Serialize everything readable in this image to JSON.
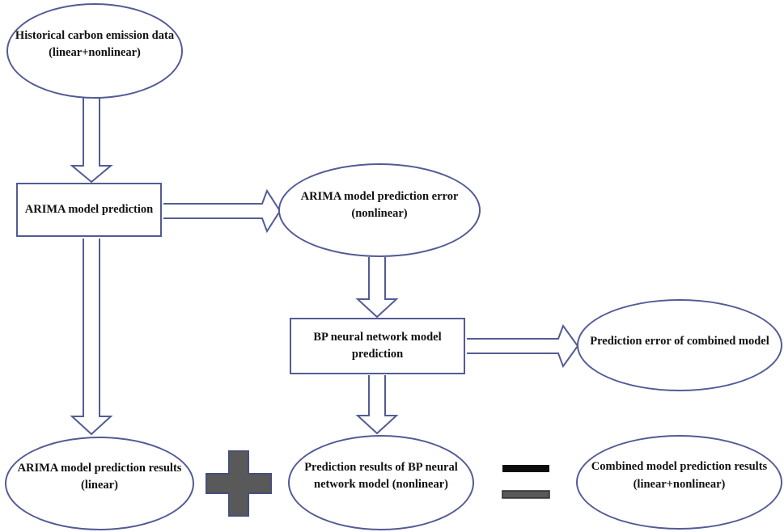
{
  "figure": {
    "type": "flowchart",
    "background_color": "#ffffff",
    "line_color": "#535b96",
    "text_color": "#111111",
    "operator_gray": "#595959",
    "operator_black": "#0d0d0d"
  },
  "nodes": {
    "historical": {
      "shape": "ellipse",
      "line1": "Historical carbon emission data",
      "line2": "(linear+nonlinear)"
    },
    "arima_model": {
      "shape": "rect",
      "line1": "ARIMA model prediction"
    },
    "arima_error": {
      "shape": "ellipse",
      "line1": "ARIMA model prediction error",
      "line2": "(nonlinear)"
    },
    "bp_model": {
      "shape": "rect",
      "line1": "BP neural network model",
      "line2": "prediction"
    },
    "combined_error": {
      "shape": "ellipse",
      "line1": "Prediction error of combined model"
    },
    "arima_results": {
      "shape": "ellipse",
      "line1": "ARIMA model prediction results",
      "line2": "(linear)"
    },
    "bp_results": {
      "shape": "ellipse",
      "line1": "Prediction results of BP neural",
      "line2": "network model (nonlinear)"
    },
    "combined_results": {
      "shape": "ellipse",
      "line1": "Combined model prediction results",
      "line2": "(linear+nonlinear)"
    }
  },
  "edges": [
    {
      "from": "historical",
      "to": "arima_model",
      "style": "hollow-block-arrow"
    },
    {
      "from": "arima_model",
      "to": "arima_error",
      "style": "hollow-block-arrow"
    },
    {
      "from": "arima_error",
      "to": "bp_model",
      "style": "hollow-block-arrow"
    },
    {
      "from": "bp_model",
      "to": "combined_error",
      "style": "hollow-block-arrow"
    },
    {
      "from": "arima_model",
      "to": "arima_results",
      "style": "hollow-block-arrow"
    },
    {
      "from": "bp_model",
      "to": "bp_results",
      "style": "hollow-block-arrow"
    }
  ],
  "operators": {
    "plus": {
      "symbol": "+",
      "between": [
        "arima_results",
        "bp_results"
      ]
    },
    "equals": {
      "symbol": "=",
      "between": [
        "bp_results",
        "combined_results"
      ]
    }
  }
}
